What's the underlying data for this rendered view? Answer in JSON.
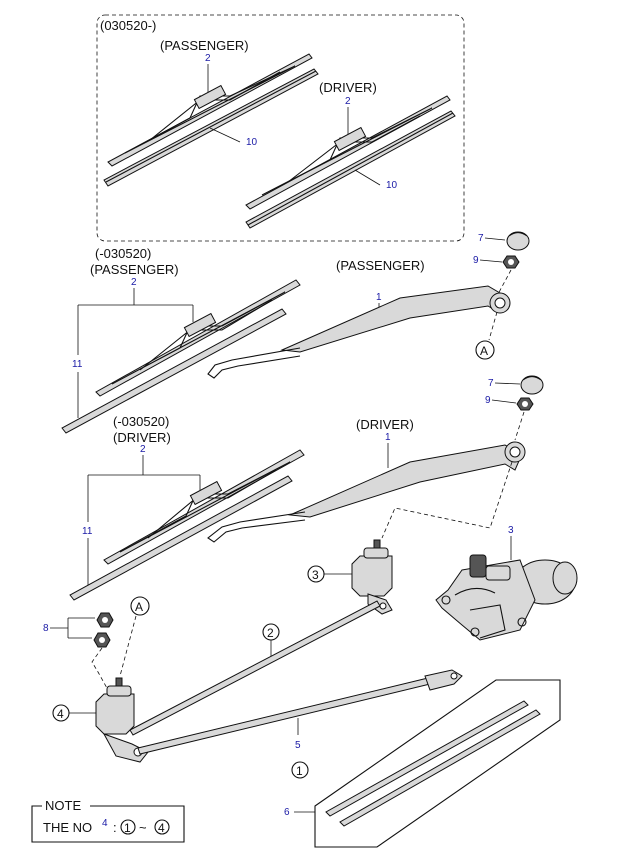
{
  "group_box": {
    "label": "(030520-)"
  },
  "labels": {
    "top_passenger": "(PASSENGER)",
    "top_driver": "(DRIVER)",
    "old_passenger_date": "(-030520)",
    "old_passenger": "(PASSENGER)",
    "arm_passenger": "(PASSENGER)",
    "old_driver_date": "(-030520)",
    "old_driver": "(DRIVER)",
    "arm_driver": "(DRIVER)"
  },
  "callouts": {
    "n2_top_passenger": "2",
    "n10_top_passenger": "10",
    "n2_top_driver": "2",
    "n10_top_driver": "10",
    "n7_upper": "7",
    "n9_upper": "9",
    "n2_old_passenger": "2",
    "n1_arm_passenger": "1",
    "n11_upper": "11",
    "n7_lower": "7",
    "n9_lower": "9",
    "n2_old_driver": "2",
    "n1_arm_driver": "1",
    "n11_lower": "11",
    "n3_motor": "3",
    "n8_nuts": "8",
    "n5_rod": "5",
    "n6_refills": "6"
  },
  "reference_markers": {
    "upper_a": "A",
    "lower_a": "A"
  },
  "circled": {
    "c3": "3",
    "c2": "2",
    "c4": "4",
    "c1": "1"
  },
  "note": {
    "title": "NOTE",
    "prefix": "THE NO",
    "sup": "4",
    "colon": ":",
    "range_start": "1",
    "tilde": "~",
    "range_end": "4"
  }
}
